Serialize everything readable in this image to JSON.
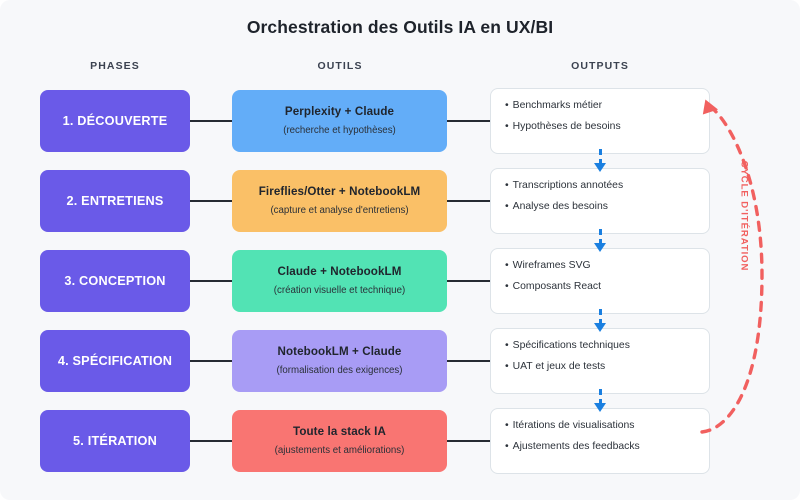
{
  "title": "Orchestration des Outils IA en UX/BI",
  "columns": {
    "phases": "PHASES",
    "outils": "OUTILS",
    "outputs": "OUTPUTS"
  },
  "colors": {
    "background": "#f7f8fa",
    "phase": "#6a5ae8",
    "connector": "#262b33",
    "flow_arrow": "#1a7fe0",
    "cycle": "#f1605f",
    "card_border": "#dde3e8"
  },
  "cycle": {
    "label": "CYCLE D'ITÉRATION"
  },
  "rows": [
    {
      "phase": "1. DÉCOUVERTE",
      "phase_color": "#6a5ae8",
      "tool_title": "Perplexity + Claude",
      "tool_sub": "(recherche et hypothèses)",
      "tool_color": "#63adf8",
      "outputs": [
        "Benchmarks métier",
        "Hypothèses de besoins"
      ]
    },
    {
      "phase": "2. ENTRETIENS",
      "phase_color": "#6a5ae8",
      "tool_title": "Fireflies/Otter + NotebookLM",
      "tool_sub": "(capture et analyse d'entretiens)",
      "tool_color": "#fac067",
      "outputs": [
        "Transcriptions annotées",
        "Analyse des besoins"
      ]
    },
    {
      "phase": "3. CONCEPTION",
      "phase_color": "#6a5ae8",
      "tool_title": "Claude + NotebookLM",
      "tool_sub": "(création visuelle et technique)",
      "tool_color": "#52e3b4",
      "outputs": [
        "Wireframes SVG",
        "Composants React"
      ]
    },
    {
      "phase": "4. SPÉCIFICATION",
      "phase_color": "#6a5ae8",
      "tool_title": "NotebookLM + Claude",
      "tool_sub": "(formalisation des exigences)",
      "tool_color": "#a89cf5",
      "outputs": [
        "Spécifications techniques",
        "UAT et jeux de tests"
      ]
    },
    {
      "phase": "5. ITÉRATION",
      "phase_color": "#6a5ae8",
      "tool_title": "Toute la stack IA",
      "tool_sub": "(ajustements et améliorations)",
      "tool_color": "#f97572",
      "outputs": [
        "Itérations de visualisations",
        "Ajustements des feedbacks"
      ]
    }
  ]
}
